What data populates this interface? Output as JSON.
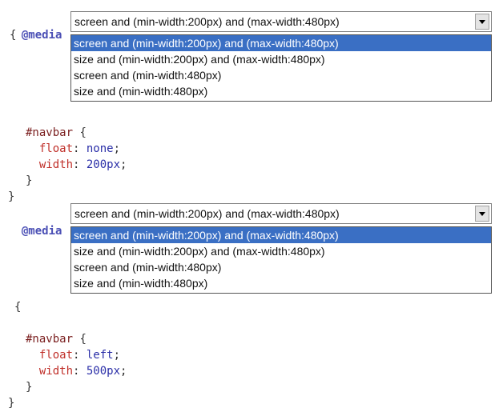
{
  "block1": {
    "keyword": "@media",
    "open_brace": "{",
    "select": {
      "value": "screen and (min-width:200px) and (max-width:480px)",
      "options": [
        "screen and (min-width:200px) and (max-width:480px)",
        "size and (min-width:200px) and (max-width:480px)",
        "screen and (min-width:480px)",
        "size and (min-width:480px)"
      ],
      "highlighted_index": 0
    },
    "rule": {
      "selector": "#navbar",
      "selector_open": "{",
      "float_prop": "float",
      "float_val": "none",
      "width_prop": "width",
      "width_val": "200px",
      "selector_close": "}"
    },
    "close_brace": "}"
  },
  "block2": {
    "keyword": "@media",
    "open_brace": "{",
    "select": {
      "value": "screen and (min-width:200px) and (max-width:480px)",
      "options": [
        "screen and (min-width:200px) and (max-width:480px)",
        "size and (min-width:200px) and (max-width:480px)",
        "screen and (min-width:480px)",
        "size and (min-width:480px)"
      ],
      "highlighted_index": 0
    },
    "rule": {
      "selector": "#navbar",
      "selector_open": "{",
      "float_prop": "float",
      "float_val": "left",
      "width_prop": "width",
      "width_val": "500px",
      "selector_close": "}"
    },
    "close_brace": "}"
  },
  "icons": {
    "dropdown_arrow": "chevron-down-icon"
  },
  "colors": {
    "highlight": "#3a6fc4",
    "keyword": "#4a4fb5",
    "property": "#c0302a",
    "value": "#2b2fa8"
  }
}
